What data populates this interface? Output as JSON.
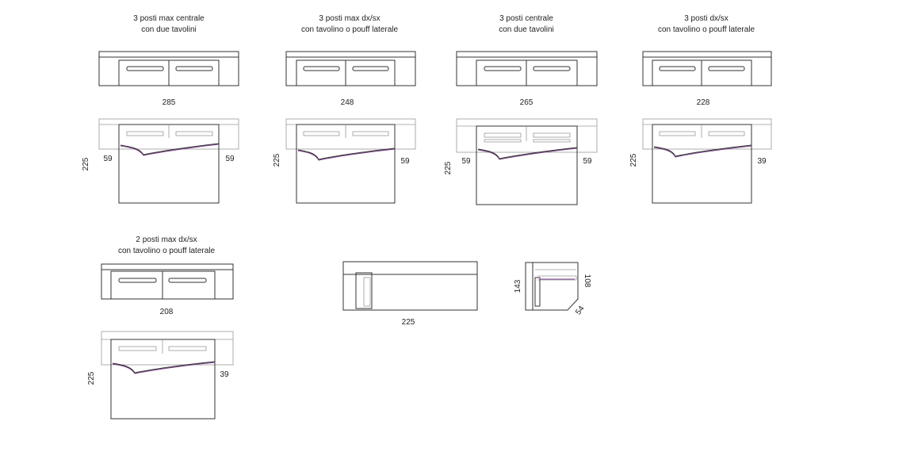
{
  "configurations": [
    {
      "title": "3 posti max centrale",
      "subtitle": "con due tavolini",
      "width": "285",
      "depth": "225",
      "left": "59",
      "right": "59"
    },
    {
      "title": "3 posti max dx/sx",
      "subtitle": "con tavolino o pouff laterale",
      "width": "248",
      "depth": "225",
      "left": "",
      "right": "59"
    },
    {
      "title": "3 posti centrale",
      "subtitle": "con due tavolini",
      "width": "265",
      "depth": "225",
      "left": "59",
      "right": "59"
    },
    {
      "title": "3 posti dx/sx",
      "subtitle": "con tavolino o pouff laterale",
      "width": "228",
      "depth": "225",
      "left": "",
      "right": "39"
    },
    {
      "title": "2 posti max dx/sx",
      "subtitle": "con tavolino o pouff laterale",
      "width": "208",
      "depth": "225",
      "left": "",
      "right": "39"
    }
  ],
  "side_view": {
    "length": "225"
  },
  "detail": {
    "height": "143",
    "inner": "108",
    "angle": "54"
  }
}
